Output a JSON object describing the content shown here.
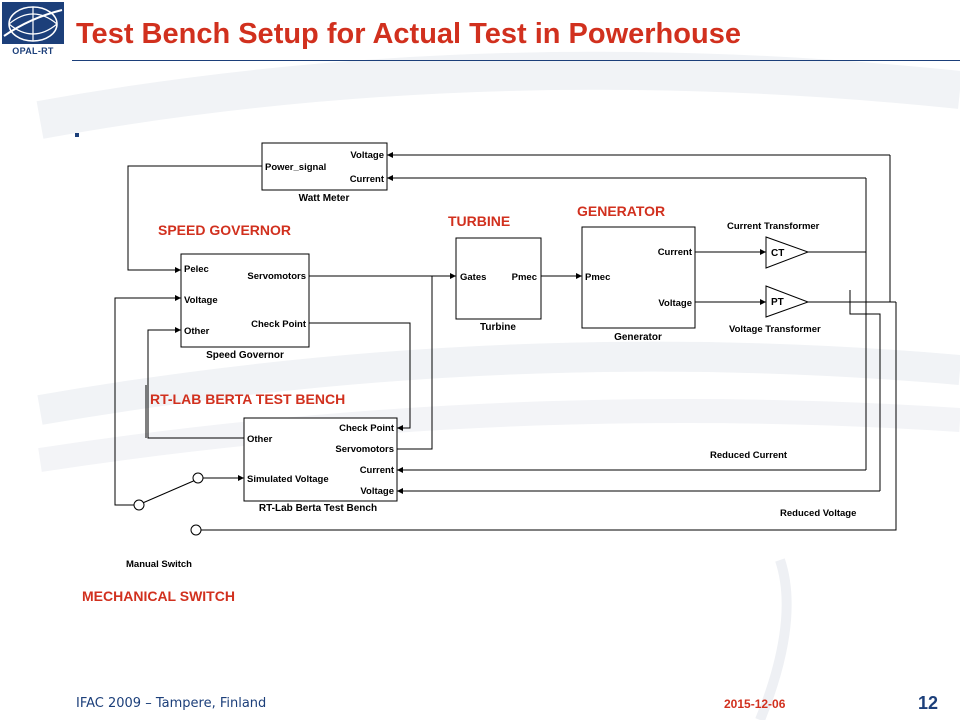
{
  "header": {
    "logo_text": "OPAL-RT",
    "title": "Test Bench Setup for Actual Test in Powerhouse"
  },
  "labels": {
    "speed_governor": "SPEED GOVERNOR",
    "turbine": "TURBINE",
    "generator": "GENERATOR",
    "rt_lab": "RT-LAB BERTA TEST BENCH",
    "mechanical_switch": "MECHANICAL SWITCH"
  },
  "blocks": {
    "watt_meter": {
      "name": "Watt Meter",
      "in_port": "Power_signal",
      "out_ports": [
        "Voltage",
        "Current"
      ]
    },
    "speed_governor": {
      "name": "Speed Governor",
      "in_ports": [
        "Pelec",
        "Voltage",
        "Other"
      ],
      "out_ports": [
        "Servomotors",
        "Check Point"
      ]
    },
    "turbine": {
      "name": "Turbine",
      "in_port": "Gates",
      "out_port": "Pmec"
    },
    "generator": {
      "name": "Generator",
      "in_port": "Pmec",
      "out_ports": [
        "Current",
        "Voltage"
      ]
    },
    "ct": {
      "symbol": "CT",
      "name": "Current Transformer"
    },
    "pt": {
      "symbol": "PT",
      "name": "Voltage Transformer"
    },
    "rt_lab": {
      "name": "RT-Lab Berta Test Bench",
      "in_ports": [
        "Other",
        "Simulated Voltage"
      ],
      "out_ports": [
        "Check Point",
        "Servomotors",
        "Current",
        "Voltage"
      ]
    }
  },
  "signals": {
    "reduced_current": "Reduced Current",
    "reduced_voltage": "Reduced Voltage",
    "manual_switch": "Manual Switch"
  },
  "footer": {
    "event": "IFAC 2009 – Tampere, Finland",
    "date": "2015-12-06",
    "page": "12"
  },
  "colors": {
    "title_red": "#d1301e",
    "brand_blue": "#1c3f7a"
  }
}
